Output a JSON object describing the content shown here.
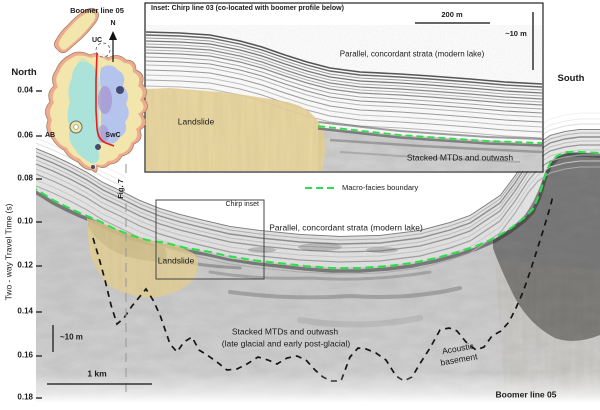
{
  "map": {
    "title": "Boomer line 05",
    "north_arrow": "N",
    "uc": "UC",
    "ab": "AB",
    "swc": "SwC"
  },
  "endpoints": {
    "left": "North",
    "right": "South"
  },
  "axis": {
    "title": "Two - way Travel Time (s)",
    "ticks": [
      "0.04",
      "0.06",
      "0.08",
      "0.10",
      "0.12",
      "0.14",
      "0.16",
      "0.18"
    ]
  },
  "inset": {
    "title": "Inset: Chirp line 03 (co-located with boomer profile below)",
    "scale_h": "200 m",
    "scale_v": "~10 m",
    "strata_label": "Parallel, concordant strata (modern lake)",
    "landslide_label": "Landslide",
    "mtd_label": "Stacked MTDs and outwash"
  },
  "legend": {
    "macro_facies": "Macro-facies boundary"
  },
  "profile": {
    "section_marker": "Fig. 7",
    "inset_box_label": "Chirp inset",
    "strata_label": "Parallel, concordant strata (modern lake)",
    "landslide_label": "Landslide",
    "mtd_label_line1": "Stacked MTDs and outwash",
    "mtd_label_line2": "(late glacial and early post-glacial)",
    "acoustic_line1": "Acoustic",
    "acoustic_line2": "basement",
    "scale_v": "~10 m",
    "scale_h": "1 km",
    "line_label": "Boomer line 05"
  },
  "colors": {
    "macro_facies_green": "#2ce04a",
    "landslide_yellow": "#e7d294",
    "track_red": "#e31f1f"
  }
}
